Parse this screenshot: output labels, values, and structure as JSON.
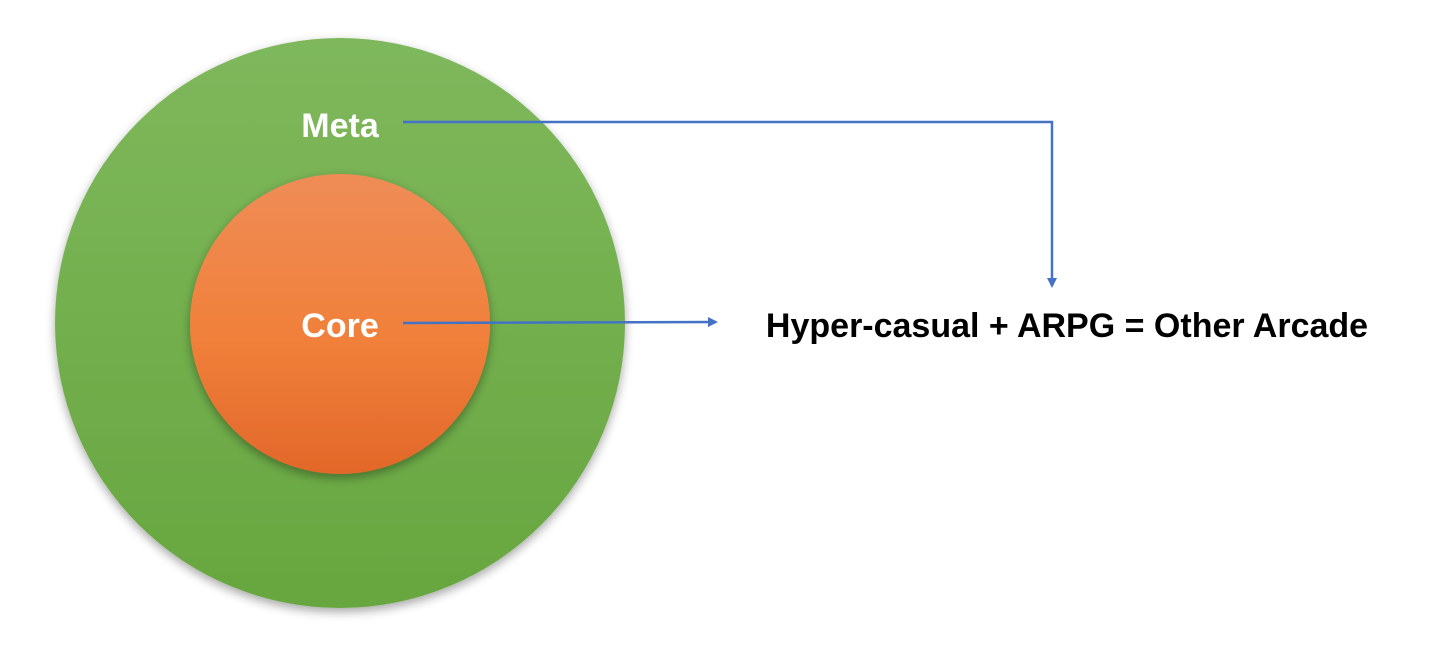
{
  "diagram": {
    "outer_circle": {
      "label": "Meta",
      "color": "#70AD47"
    },
    "inner_circle": {
      "label": "Core",
      "color": "#ED7D31"
    },
    "result_text": "Hyper-casual + ARPG = Other Arcade",
    "arrow_color": "#4472C4"
  }
}
